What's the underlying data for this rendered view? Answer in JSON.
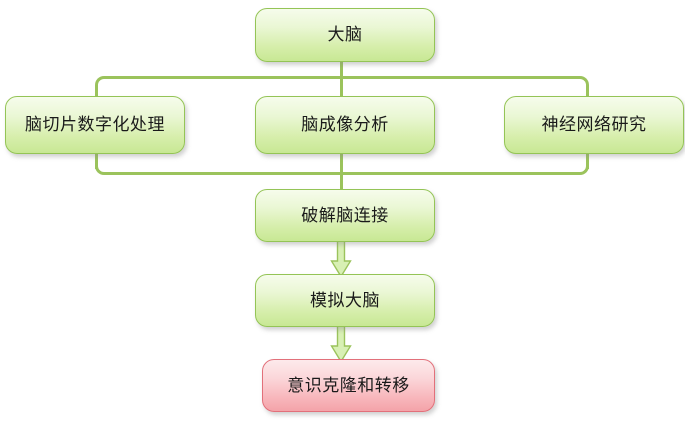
{
  "diagram": {
    "type": "flowchart",
    "orientation": "top-down",
    "background_color": "#ffffff",
    "colors": {
      "node_fill_top": "#f6fcec",
      "node_fill_bottom": "#c8e894",
      "node_border": "#94c456",
      "connector": "#9bc35c",
      "highlight_fill_top": "#fdeaec",
      "highlight_fill_bottom": "#f4a3a9",
      "highlight_border": "#e2707a",
      "text": "#1a1a1a"
    },
    "nodes": {
      "root": {
        "label": "大脑"
      },
      "branch_left": {
        "label": "脑切片数字化处理"
      },
      "branch_center": {
        "label": "脑成像分析"
      },
      "branch_right": {
        "label": "神经网络研究"
      },
      "merge": {
        "label": "破解脑连接"
      },
      "simulate": {
        "label": "模拟大脑"
      },
      "result": {
        "label": "意识克隆和转移"
      }
    },
    "connectors": {
      "split_label": "root-to-branches",
      "merge_label": "branches-to-merge",
      "arrow_one_label": "merge-to-simulate",
      "arrow_two_label": "simulate-to-result"
    }
  }
}
